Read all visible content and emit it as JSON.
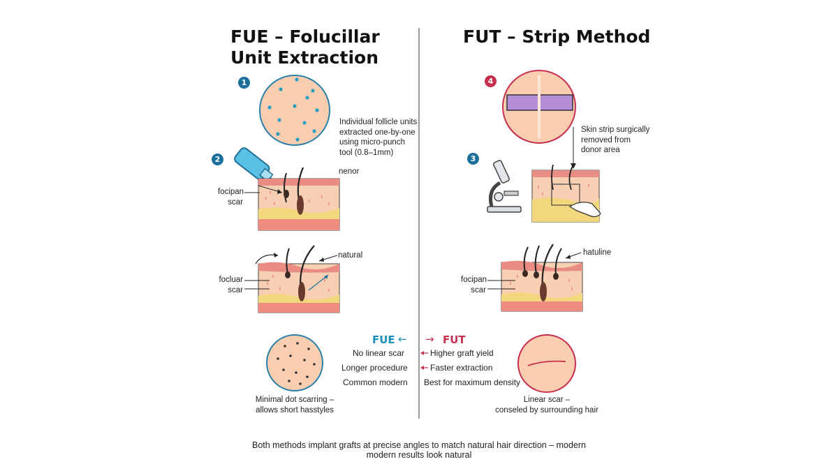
{
  "fue": {
    "title_line1": "FUE – Folucillar",
    "title_line2": "Unit Extraction",
    "badge1": "1",
    "badge2": "2",
    "desc_lines": [
      "Individual follicle units",
      "extracted one-by-one",
      "using micro-punch",
      "tool (0.8–1mm)"
    ],
    "label_nenor": "nenor",
    "label_scar1_lines": [
      "focipan",
      "scar"
    ],
    "label_natural": "natural",
    "label_scar2_lines": [
      "focluar",
      "scar"
    ],
    "result_lines": [
      "Minimal dot scarring –",
      "allows short hasstyles"
    ]
  },
  "fut": {
    "title": "FUT – Strip Method",
    "badge4": "4",
    "badge3": "3",
    "desc_lines": [
      "Skin strip surgically",
      "removed from",
      "donor area"
    ],
    "label_hatuline": "hatuline",
    "label_scar_lines": [
      "focipan",
      "scar"
    ],
    "result_lines": [
      "Linear scar –",
      "conseled by surrounding hair"
    ]
  },
  "comparison": {
    "fue_header": "FUE",
    "fut_header": "FUT",
    "fue_arrow": "←",
    "fut_arrow": "→",
    "fue_items": [
      "No linear scar",
      "Longer procedure",
      "Common modern"
    ],
    "fut_items": [
      "Higher graft yield",
      "Faster extraction",
      "Best for maximum density"
    ]
  },
  "footer": {
    "line1": "Both methods implant grafts at precise angles to match natural hair direction – modern",
    "line2": "modern results look natural"
  },
  "colors": {
    "fue_accent": "#1c8fb8",
    "fut_accent": "#c62f4e",
    "skin": "#f7c9ac",
    "skin_dark": "#e58a7a",
    "fat": "#f3d77e",
    "strip": "#b58cd6",
    "follicle_dot": "#2b9fc2"
  }
}
